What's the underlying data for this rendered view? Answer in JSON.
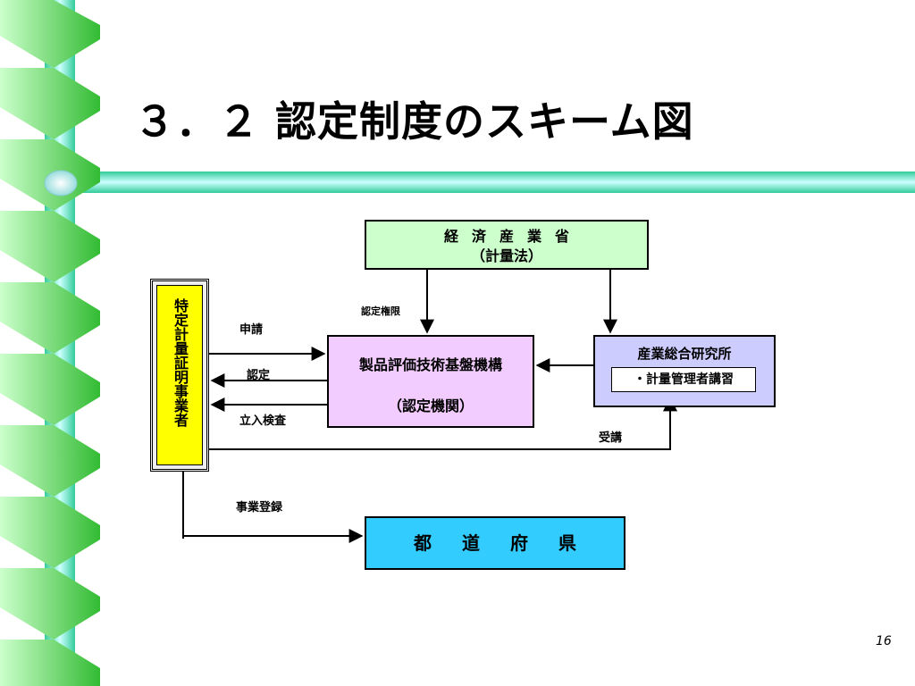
{
  "slide": {
    "title": "３．２  認定制度のスキーム図",
    "page_number": "16"
  },
  "diagram": {
    "meti": {
      "line1": "経済産業省",
      "line2": "（計量法）"
    },
    "nite": {
      "line1": "製品評価技術基盤機構",
      "line2": "（認定機関）"
    },
    "aist": {
      "line1": "産業総合研究所",
      "sub": "・計量管理者講習"
    },
    "business": {
      "label": "特定計量証明事業者"
    },
    "prefecture": {
      "label": "都道府県"
    },
    "edges": {
      "authority": "認定権限",
      "apply": "申請",
      "certify": "認定",
      "inspect": "立入検査",
      "attend": "受講",
      "register": "事業登録"
    }
  },
  "colors": {
    "meti_fill": "#ccffcc",
    "nite_fill": "#f2ccff",
    "aist_fill": "#ccccff",
    "business_fill": "#ffff00",
    "prefecture_fill": "#33ccff",
    "ribbon_green": "#33cc33",
    "bar_teal": "#33cc99"
  }
}
